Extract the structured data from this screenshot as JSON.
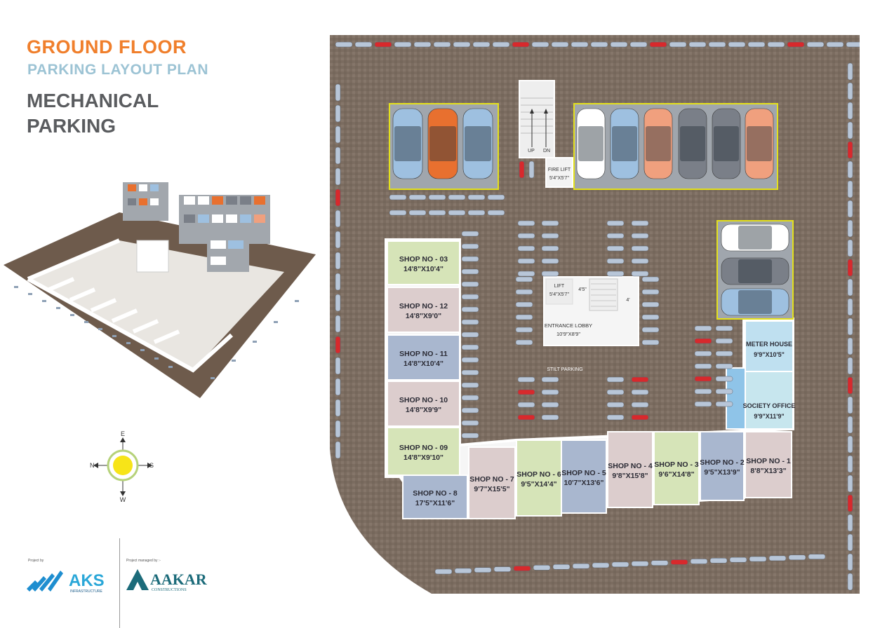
{
  "titles": {
    "title_line1": "GROUND FLOOR",
    "title_line2": "PARKING LAYOUT PLAN",
    "heading_line1": "MECHANICAL",
    "heading_line2": "PARKING"
  },
  "compass": {
    "north": "N",
    "south": "S",
    "east": "E",
    "west": "W"
  },
  "logos": {
    "project_by": "Project by",
    "aks_name": "AKS",
    "aks_sub": "INFRASTRUCTURE",
    "managed_by": "Project managed by :-",
    "aakar_name": "AAKAR",
    "aakar_sub": "CONSTRUCTIONS"
  },
  "plan": {
    "stair_up": "UP",
    "stair_dn": "DN",
    "fire_lift_name": "FIRE LIFT",
    "fire_lift_size": "5'4\"X5'7\"",
    "lift_name": "LIFT",
    "lift_size": "5'4\"X5'7\"",
    "lobby_dim1": "4'5\"",
    "lobby_dim2": "4'",
    "lobby_name": "ENTRANCE LOBBY",
    "lobby_size": "10'9\"X8'9\"",
    "stilt_label": "STILT PARKING",
    "meter_name": "METER HOUSE",
    "meter_size": "9'9\"X10'5\"",
    "society_name": "SOCIETY OFFICE",
    "society_size": "9'9\"X11'9\"",
    "shops": [
      {
        "name": "SHOP NO - 03",
        "size": "14'8\"X10'4\"",
        "color": "#d6e4b8"
      },
      {
        "name": "SHOP NO - 12",
        "size": "14'8\"X9'0\"",
        "color": "#dccdcd"
      },
      {
        "name": "SHOP NO - 11",
        "size": "14'8\"X10'4\"",
        "color": "#a9b7cf"
      },
      {
        "name": "SHOP NO - 10",
        "size": "14'8\"X9'9\"",
        "color": "#dccdcd"
      },
      {
        "name": "SHOP NO - 09",
        "size": "14'8\"X9'10\"",
        "color": "#d6e4b8"
      },
      {
        "name": "SHOP NO - 8",
        "size": "17'5\"X11'6\"",
        "color": "#a9b7cf"
      },
      {
        "name": "SHOP NO - 7",
        "size": "9'7\"X15'5\"",
        "color": "#dccdcd"
      },
      {
        "name": "SHOP NO - 6",
        "size": "9'5\"X14'4\"",
        "color": "#d6e4b8"
      },
      {
        "name": "SHOP NO - 5",
        "size": "10'7\"X13'6\"",
        "color": "#a9b7cf"
      },
      {
        "name": "SHOP NO - 4",
        "size": "9'8\"X15'8\"",
        "color": "#dccdcd"
      },
      {
        "name": "SHOP NO - 3",
        "size": "9'6\"X14'8\"",
        "color": "#d6e4b8"
      },
      {
        "name": "SHOP NO - 2",
        "size": "9'5\"X13'9\"",
        "color": "#a9b7cf"
      },
      {
        "name": "SHOP NO - 1",
        "size": "8'8\"X13'3\"",
        "color": "#dccdcd"
      }
    ],
    "colors": {
      "ground": "#7b6c60",
      "paving": "#8a7b6f",
      "building": "#f4f4f4",
      "wall": "#ffffff",
      "stacker_frame": "#e3e01c",
      "car_blue": "#9ec0e0",
      "car_orange": "#e8702f",
      "car_peach": "#f0a07e",
      "car_grey": "#7a7f88",
      "car_white": "#ffffff",
      "bike": "#b8c6d8",
      "bike_red": "#d8292c"
    }
  }
}
